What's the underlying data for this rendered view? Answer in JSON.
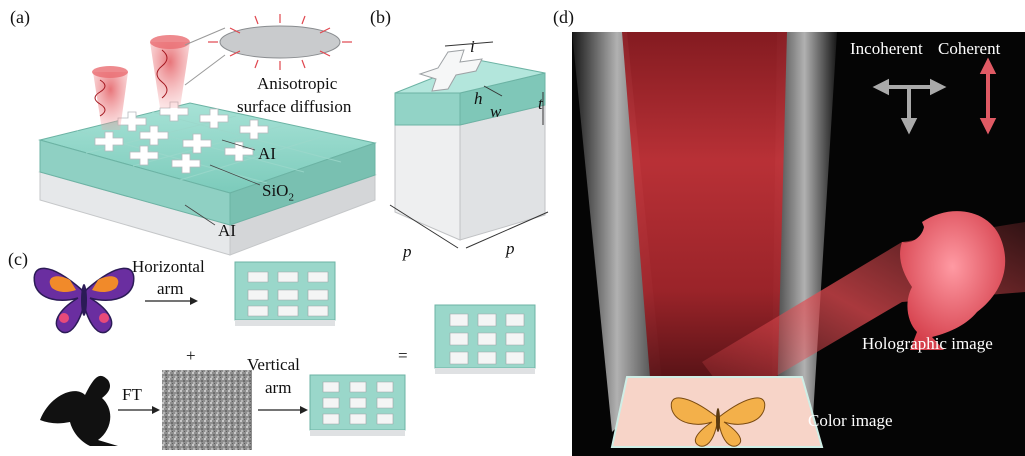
{
  "panels": {
    "a": {
      "label": "(a)",
      "annotation_line1": "Anisotropic",
      "annotation_line2": "surface diffusion",
      "layers": {
        "top": "AI",
        "middle_base": "SiO",
        "middle_sub": "2",
        "bottom": "AI"
      }
    },
    "b": {
      "label": "(b)",
      "dims": {
        "i": "i",
        "h": "h",
        "w": "w",
        "t": "t",
        "p_left": "p",
        "p_right": "p"
      }
    },
    "c": {
      "label": "(c)",
      "horizontal_line1": "Horizontal",
      "horizontal_line2": "arm",
      "vertical_line1": "Vertical",
      "vertical_line2": "arm",
      "plus": "+",
      "equals": "=",
      "ft": "FT"
    },
    "d": {
      "label": "(d)",
      "incoherent": "Incoherent",
      "coherent": "Coherent",
      "holographic": "Holographic image",
      "color_image": "Color image"
    }
  },
  "colors": {
    "teal": "#8fd6c8",
    "teal_dark": "#6cc0b0",
    "gray_side": "#d9dbdd",
    "red_beam": "#e0464e",
    "dolphin": "#f0707a",
    "background_dark": "#050505"
  }
}
